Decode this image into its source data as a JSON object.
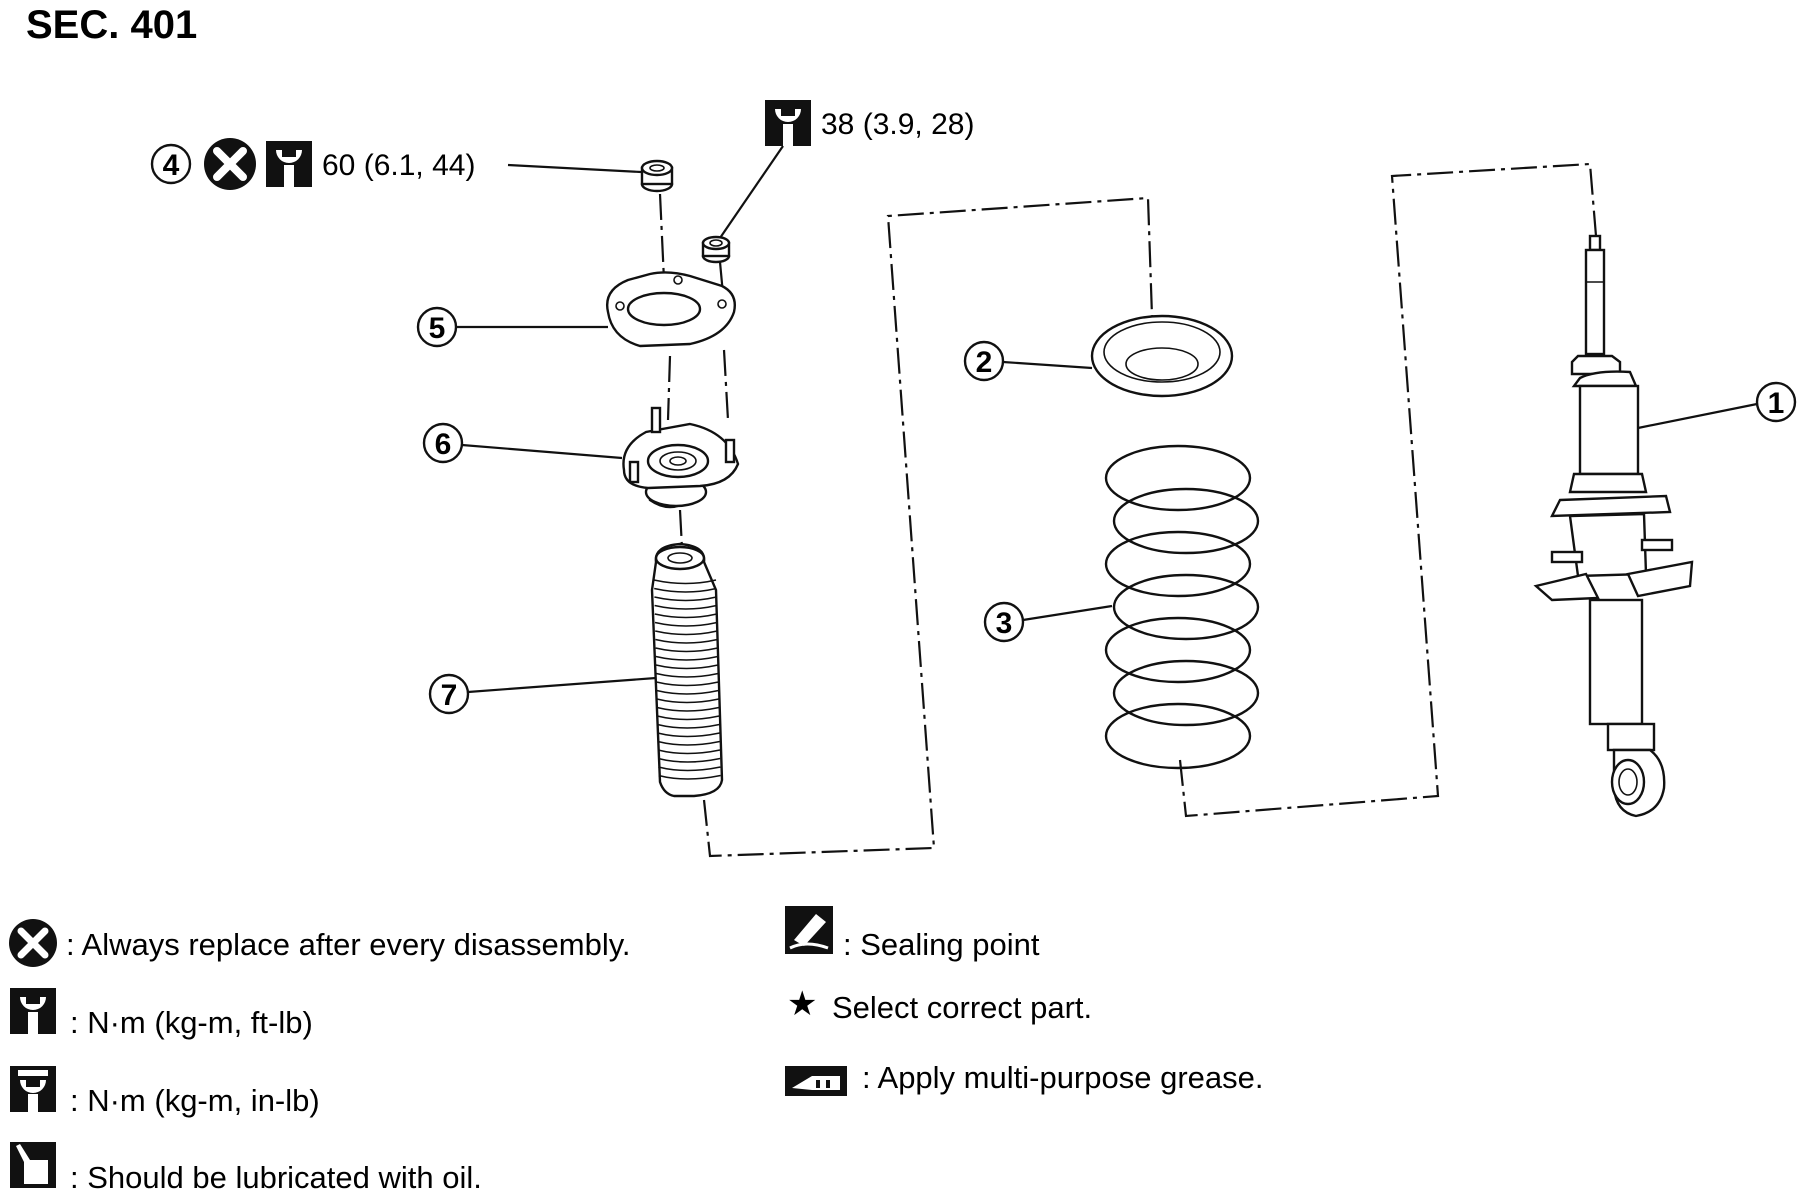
{
  "section_label": "SEC. 401",
  "callouts": {
    "c1": "1",
    "c2": "2",
    "c3": "3",
    "c4": "4",
    "c5": "5",
    "c6": "6",
    "c7": "7"
  },
  "torque_specs": {
    "nut_4": "60 (6.1, 44)",
    "nut_side": "38 (3.9, 28)"
  },
  "icons": {
    "replace": "replace-x-icon",
    "torque_ft": "wrench-icon",
    "torque_in": "wrench-inlb-icon",
    "oil": "oil-can-icon",
    "sealing": "sealing-icon",
    "star": "star-icon",
    "grease": "grease-gun-icon"
  },
  "legend": {
    "replace": ": Always replace after every disassembly.",
    "torque_ft": ": N·m (kg-m, ft-lb)",
    "torque_in": ": N·m (kg-m, in-lb)",
    "oil": ": Should be lubricated with oil.",
    "sealing": ": Sealing point",
    "star_glyph": "★",
    "star": "Select correct part.",
    "grease": ": Apply multi-purpose grease."
  }
}
